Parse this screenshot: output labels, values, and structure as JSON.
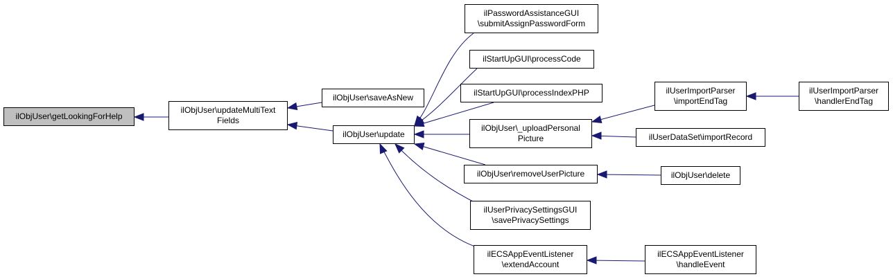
{
  "colors": {
    "edge": "#191970",
    "node_border": "#000000",
    "node_fill": "#ffffff",
    "focus_fill": "#bfbfbf"
  },
  "nodes": {
    "getLookingForHelp": "ilObjUser\\getLookingForHelp",
    "updateMultiTextFields": "ilObjUser\\updateMultiText\nFields",
    "saveAsNew": "ilObjUser\\saveAsNew",
    "update": "ilObjUser\\update",
    "submitAssignPasswordForm": "ilPasswordAssistanceGUI\n\\submitAssignPasswordForm",
    "processCode": "ilStartUpGUI\\processCode",
    "processIndexPHP": "ilStartUpGUI\\processIndexPHP",
    "uploadPersonalPicture": "ilObjUser\\_uploadPersonal\nPicture",
    "removeUserPicture": "ilObjUser\\removeUserPicture",
    "savePrivacySettings": "ilUserPrivacySettingsGUI\n\\savePrivacySettings",
    "extendAccount": "ilECSAppEventListener\n\\extendAccount",
    "importEndTag": "ilUserImportParser\n\\importEndTag",
    "importRecord": "ilUserDataSet\\importRecord",
    "userDelete": "ilObjUser\\delete",
    "handleEvent": "ilECSAppEventListener\n\\handleEvent",
    "handlerEndTag": "ilUserImportParser\n\\handlerEndTag"
  },
  "edges": [
    {
      "from": "updateMultiTextFields",
      "to": "getLookingForHelp"
    },
    {
      "from": "saveAsNew",
      "to": "updateMultiTextFields"
    },
    {
      "from": "update",
      "to": "updateMultiTextFields"
    },
    {
      "from": "submitAssignPasswordForm",
      "to": "update"
    },
    {
      "from": "processCode",
      "to": "update"
    },
    {
      "from": "processIndexPHP",
      "to": "update"
    },
    {
      "from": "uploadPersonalPicture",
      "to": "update"
    },
    {
      "from": "removeUserPicture",
      "to": "update"
    },
    {
      "from": "savePrivacySettings",
      "to": "update"
    },
    {
      "from": "extendAccount",
      "to": "update"
    },
    {
      "from": "importEndTag",
      "to": "uploadPersonalPicture"
    },
    {
      "from": "importRecord",
      "to": "uploadPersonalPicture"
    },
    {
      "from": "userDelete",
      "to": "removeUserPicture"
    },
    {
      "from": "handleEvent",
      "to": "extendAccount"
    },
    {
      "from": "handlerEndTag",
      "to": "importEndTag"
    }
  ]
}
